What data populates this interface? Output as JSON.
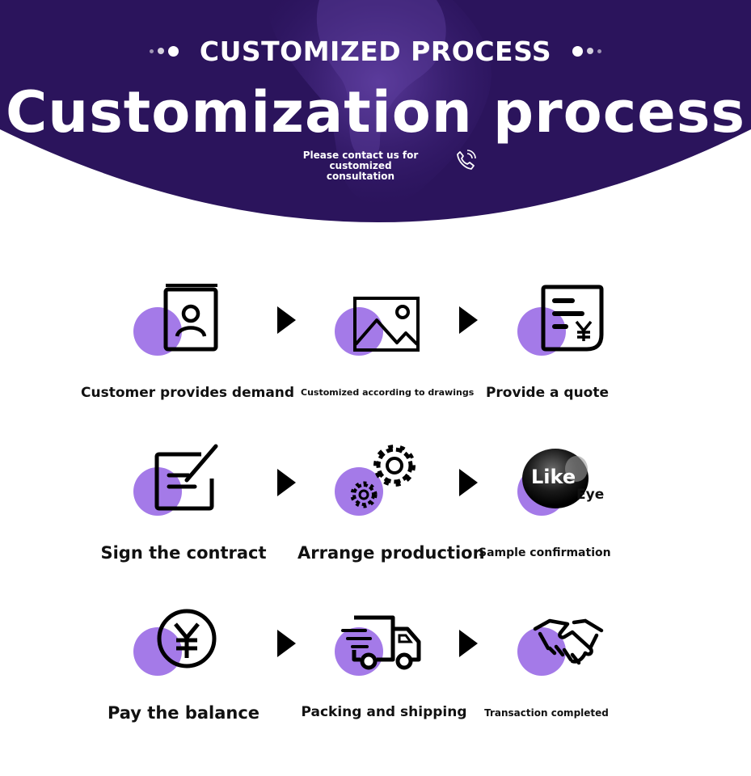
{
  "header": {
    "kicker": "CUSTOMIZED PROCESS",
    "title": "Customization process",
    "contact_line1": "Please contact us for customized",
    "contact_line2": "consultation",
    "phone_icon": "phone-call-icon",
    "background_color": "#2b145c",
    "accent_color": "#a47ae8"
  },
  "steps": [
    {
      "label": "Customer provides demand",
      "icon": "contact-book-icon"
    },
    {
      "label": "Customized according to drawings",
      "icon": "image-picture-icon"
    },
    {
      "label": "Provide a quote",
      "icon": "yen-document-icon"
    },
    {
      "label": "Sign the contract",
      "icon": "edit-document-icon"
    },
    {
      "label": "Arrange production",
      "icon": "gears-icon"
    },
    {
      "label": "Sample confirmation",
      "icon": "like-eye-badge-icon",
      "badge_text": "Like",
      "badge_sub": "Eye"
    },
    {
      "label": "Pay the balance",
      "icon": "yen-coin-icon"
    },
    {
      "label": "Packing and shipping",
      "icon": "delivery-truck-icon"
    },
    {
      "label": "Transaction completed",
      "icon": "handshake-icon"
    }
  ]
}
